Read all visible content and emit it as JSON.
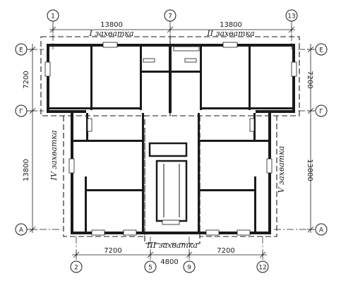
{
  "axes": {
    "col_1": "1",
    "col_7": "7",
    "col_13": "13",
    "col_2": "2",
    "col_5": "5",
    "col_9": "9",
    "col_12": "12",
    "row_E_left": "Е",
    "row_E_right": "Е",
    "row_G_left": "Г",
    "row_G_right": "Г",
    "row_A_left": "А",
    "row_A_right": "А"
  },
  "dimensions": {
    "top_left": "13800",
    "top_right": "13800",
    "left_upper": "7200",
    "right_upper": "7200",
    "left_lower": "13800",
    "right_lower": "13800",
    "bottom_left": "7200",
    "bottom_mid": "4800",
    "bottom_right": "7200"
  },
  "zones": {
    "zone_1": "I захватка",
    "zone_2": "II захватка",
    "zone_3": "III захватка",
    "zone_4": "IV захватка",
    "zone_5": "V захватка"
  }
}
